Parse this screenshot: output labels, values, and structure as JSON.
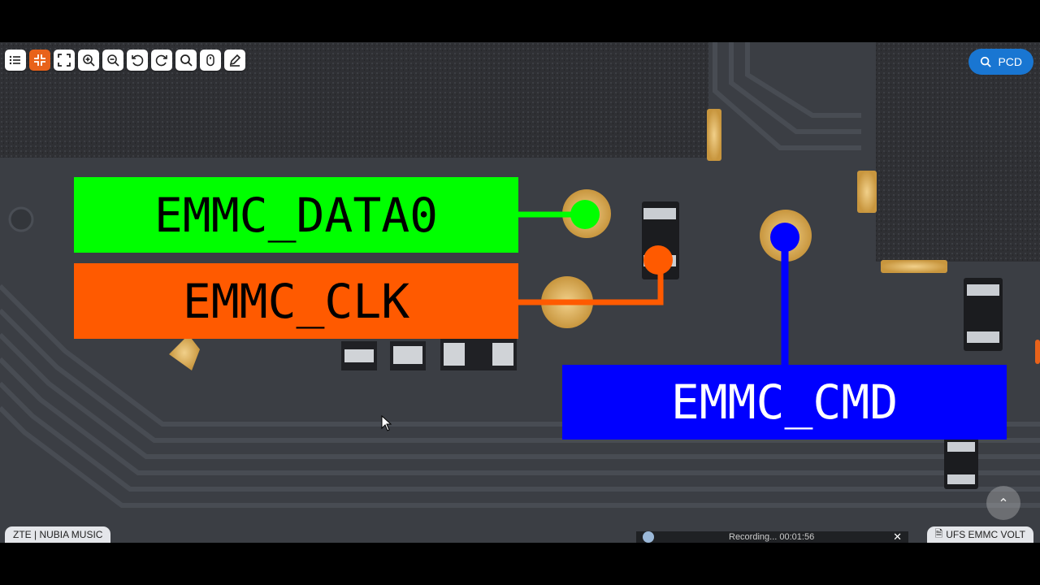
{
  "toolbar": {
    "buttons": [
      {
        "name": "list-button",
        "icon": "list-icon"
      },
      {
        "name": "collapse-button",
        "icon": "collapse-icon",
        "active": true
      },
      {
        "name": "fullscreen-button",
        "icon": "fullscreen-icon"
      },
      {
        "name": "zoom-in-button",
        "icon": "zoom-in-icon"
      },
      {
        "name": "zoom-out-button",
        "icon": "zoom-out-icon"
      },
      {
        "name": "rotate-left-button",
        "icon": "rotate-left-icon"
      },
      {
        "name": "rotate-right-button",
        "icon": "rotate-right-icon"
      },
      {
        "name": "search-button",
        "icon": "search-icon"
      },
      {
        "name": "mouse-button",
        "icon": "mouse-icon"
      },
      {
        "name": "annotate-button",
        "icon": "pen-icon"
      }
    ],
    "active_color": "#e8621a"
  },
  "pcd_button": {
    "label": "PCD",
    "color": "#1976d2"
  },
  "labels": {
    "data0": {
      "text": "EMMC_DATA0",
      "color": "#00ff00"
    },
    "clk": {
      "text": "EMMC_CLK",
      "color": "#ff5a00"
    },
    "cmd": {
      "text": "EMMC_CMD",
      "color": "#0000ff"
    }
  },
  "footer": {
    "left_chip": "ZTE | NUBIA MUSIC",
    "right_chip": "UFS EMMC VOLT",
    "recording": "Recording... 00:01:56"
  }
}
